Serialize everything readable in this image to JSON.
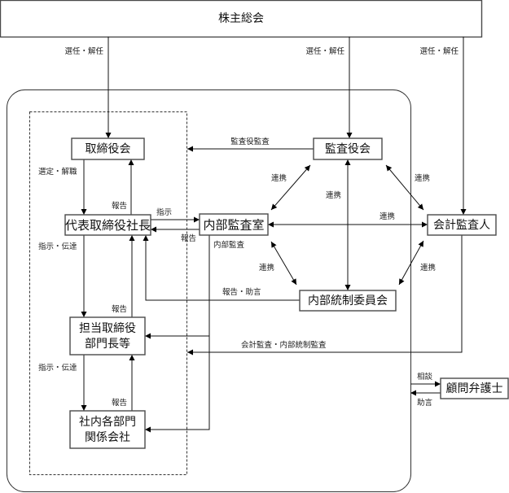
{
  "diagram": {
    "nodes": {
      "shareholders_meeting": "株主総会",
      "board_of_directors": "取締役会",
      "audit_board": "監査役会",
      "president": "代表取締役社長",
      "internal_audit_office": "内部監査室",
      "accounting_auditor": "会計監査人",
      "internal_control_committee": "内部統制委員会",
      "directors_in_charge": [
        "担当取締役",
        "部門長等"
      ],
      "departments": [
        "社内各部門",
        "関係会社"
      ],
      "legal_advisor": "顧問弁護士"
    },
    "edges": {
      "elect_dismiss_board": "選任・解任",
      "elect_dismiss_audit_board": "選任・解任",
      "elect_dismiss_accounting_auditor": "選任・解任",
      "audit_board_audit": "監査役監査",
      "select_dismiss_president": "選定・解職",
      "report_president_to_board": "報告",
      "instruct_internal_audit": "指示",
      "report_internal_audit_to_president": "報告",
      "internal_audit": "内部監査",
      "instruct_convey_directors": "指示・伝達",
      "report_directors_to_president": "報告",
      "instruct_convey_departments": "指示・伝達",
      "report_departments_to_directors": "報告",
      "report_advice": "報告・助言",
      "accounting_internal_control_audit": "会計監査・内部統制監査",
      "cooperation_audit_board_internal_audit": "連携",
      "cooperation_audit_board_accounting_auditor": "連携",
      "cooperation_audit_board_committee": "連携",
      "cooperation_internal_audit_accounting_auditor": "連携",
      "cooperation_internal_audit_committee": "連携",
      "cooperation_accounting_auditor_committee": "連携",
      "consult": "相談",
      "advice": "助言"
    }
  }
}
